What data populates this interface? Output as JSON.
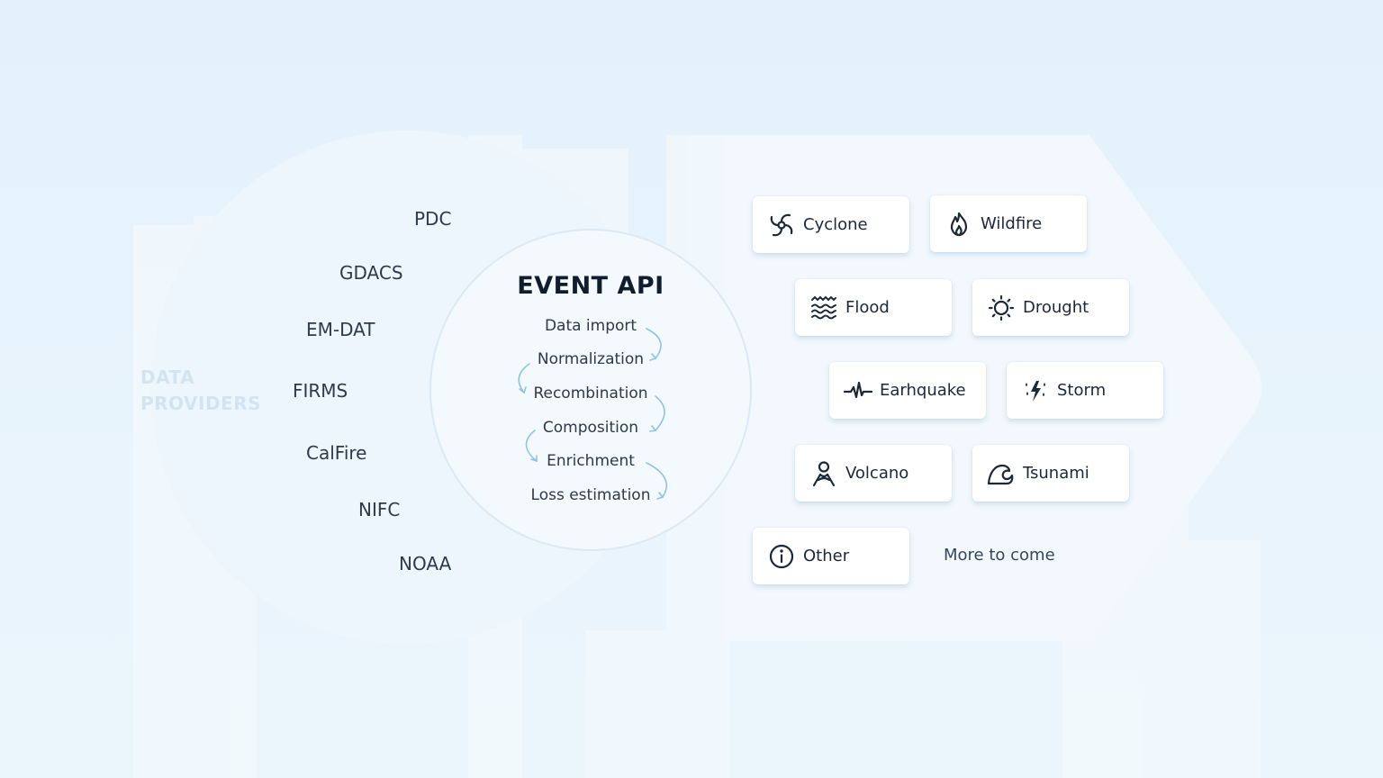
{
  "providers_label_line1": "DATA",
  "providers_label_line2": "PROVIDERS",
  "providers": [
    "PDC",
    "GDACS",
    "EM-DAT",
    "FIRMS",
    "CalFire",
    "NIFC",
    "NOAA"
  ],
  "event_api": {
    "title": "EVENT API",
    "steps": [
      "Data import",
      "Normalization",
      "Recombination",
      "Composition",
      "Enrichment",
      "Loss estimation"
    ]
  },
  "event_types": [
    {
      "label": "Cyclone",
      "icon": "cyclone-icon"
    },
    {
      "label": "Wildfire",
      "icon": "wildfire-icon"
    },
    {
      "label": "Flood",
      "icon": "flood-icon"
    },
    {
      "label": "Drought",
      "icon": "drought-icon"
    },
    {
      "label": "Earhquake",
      "icon": "earthquake-icon"
    },
    {
      "label": "Storm",
      "icon": "storm-icon"
    },
    {
      "label": "Volcano",
      "icon": "volcano-icon"
    },
    {
      "label": "Tsunami",
      "icon": "tsunami-icon"
    },
    {
      "label": "Other",
      "icon": "info-icon"
    }
  ],
  "more_to_come": "More to come",
  "colors": {
    "background": "#e6f3fc",
    "text": "#1b2838",
    "card": "#ffffff",
    "arrow": "#8ec3e3",
    "providers_label": "#d3e4f1"
  }
}
